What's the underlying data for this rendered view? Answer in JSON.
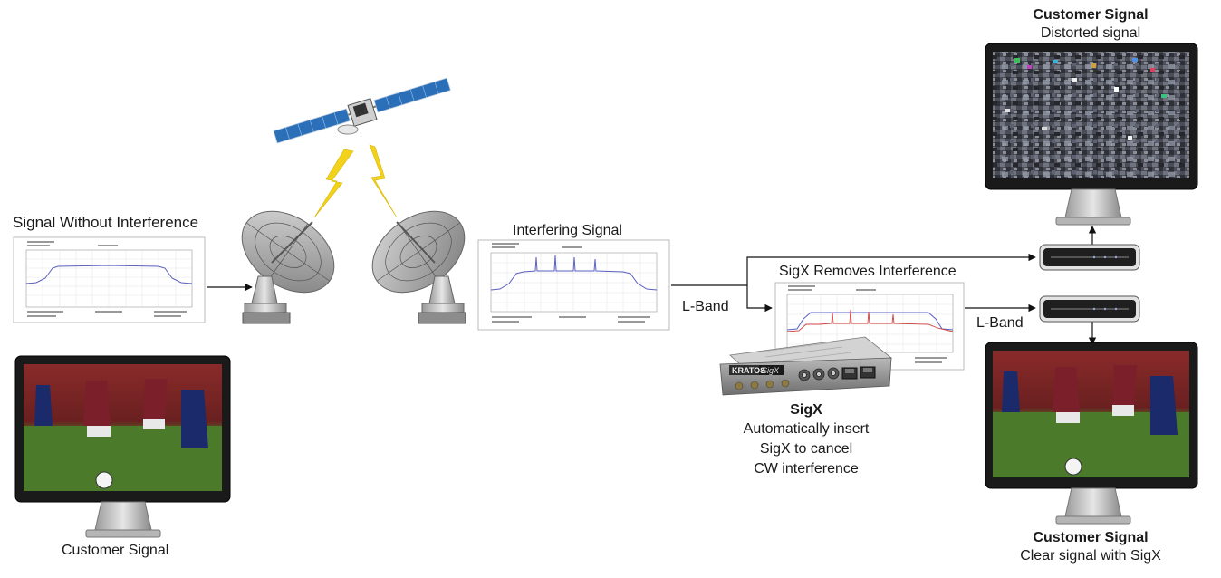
{
  "labels": {
    "signal_without_interference": "Signal Without Interference",
    "customer_signal_left": "Customer Signal",
    "interfering_signal": "Interfering Signal",
    "l_band_1": "L-Band",
    "l_band_2": "L-Band",
    "sigx_removes_interference": "SigX Removes Interference",
    "sigx_title": "SigX",
    "sigx_desc": [
      "Automatically insert",
      "SigX to cancel",
      "CW interference"
    ],
    "customer_signal_top_title": "Customer Signal",
    "customer_signal_top_sub": "Distorted signal",
    "customer_signal_bottom_title": "Customer Signal",
    "customer_signal_bottom_sub": "Clear signal with SigX",
    "device_brand": "KRATOS",
    "device_model": "SigX"
  },
  "colors": {
    "trace_blue": "#5a5fc0",
    "trace_red": "#d04040",
    "solar_panel": "#2b6fb8",
    "lightning": "#f2d21b",
    "monitor_frame": "#1a1a1a"
  },
  "icons": [
    "satellite-icon",
    "lightning-icon",
    "dish-antenna-icon",
    "monitor-icon",
    "receiver-box-icon",
    "sigx-device-icon"
  ]
}
